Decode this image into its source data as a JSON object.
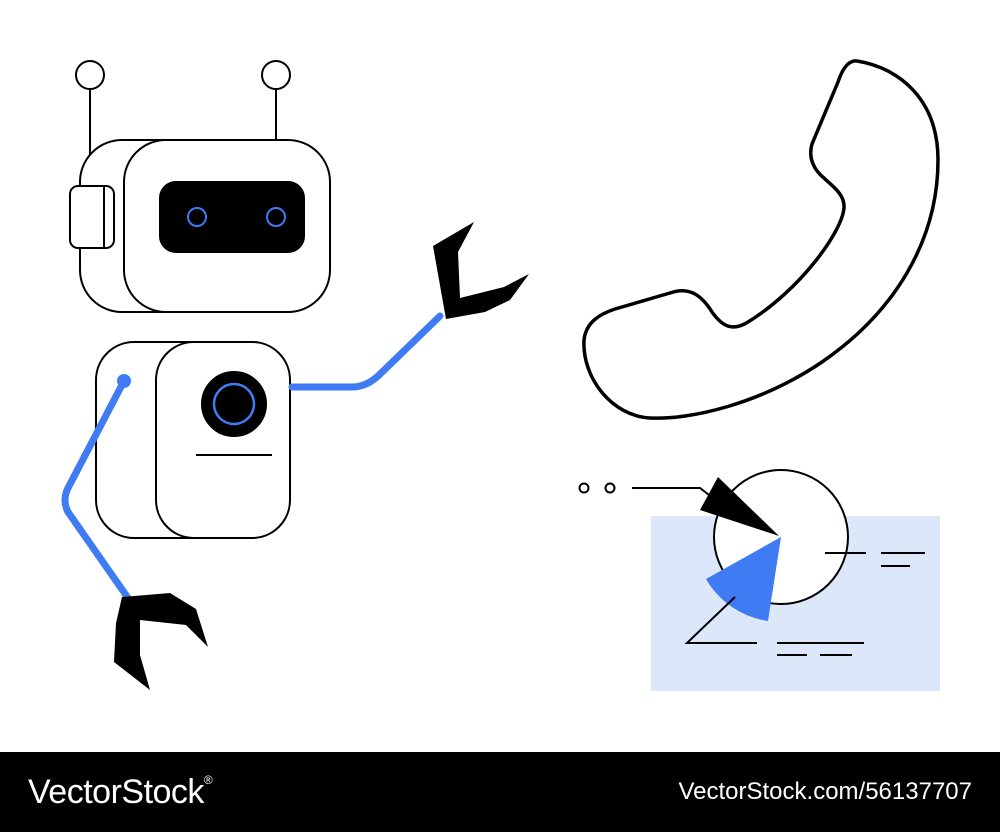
{
  "colors": {
    "background": "#ffffff",
    "outline": "#000000",
    "accent_blue": "#3f7bf3",
    "panel_light_blue": "#dce7fa",
    "footer_bg": "#000000",
    "footer_text": "#ffffff"
  },
  "icons": [
    "robot",
    "robot-antenna",
    "robot-eye",
    "robot-gripper",
    "telephone-handset",
    "pie-chart",
    "info-panel"
  ],
  "footer": {
    "brand": "VectorStock",
    "brand_suffix": "®",
    "image_id": "VectorStock.com/56137707"
  }
}
